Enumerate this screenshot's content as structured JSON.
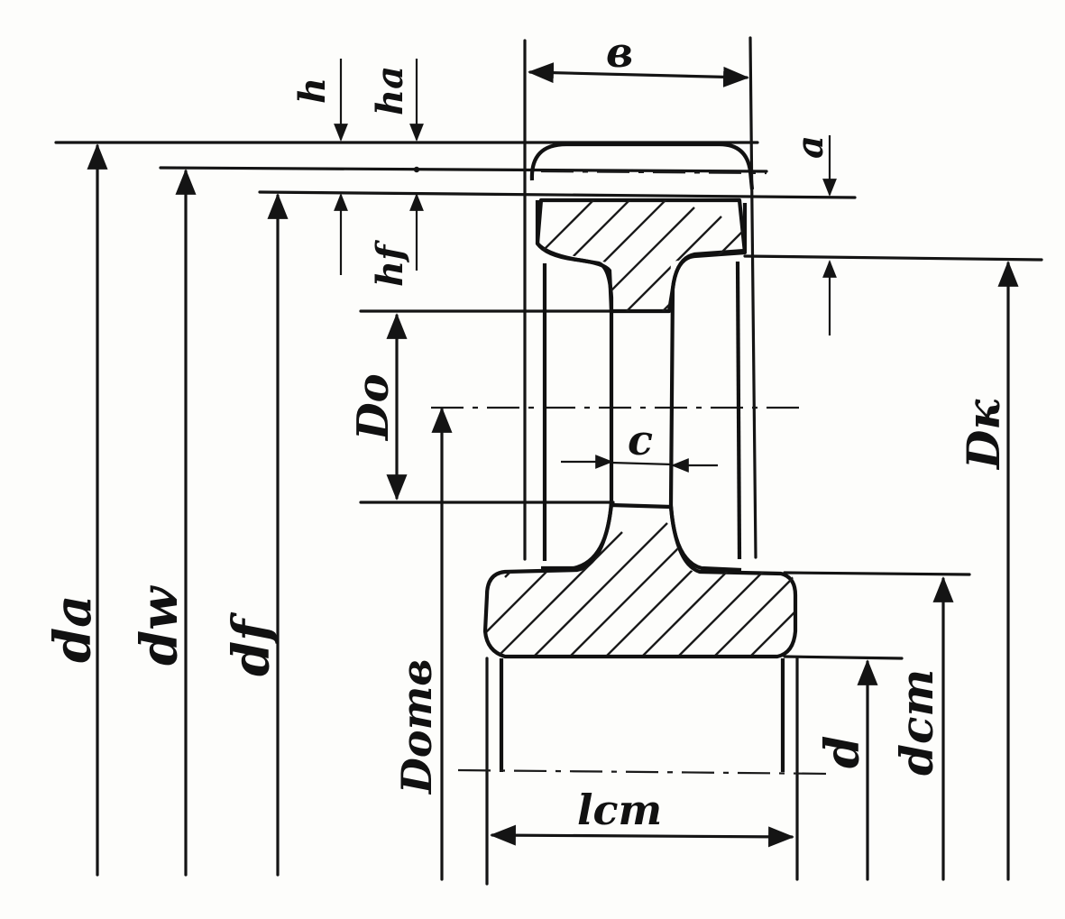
{
  "labels": {
    "b": "в",
    "h": "h",
    "ha": "ha",
    "hf": "hf",
    "a": "a",
    "D0": "Do",
    "c": "c",
    "Dk": "Dк",
    "da": "da",
    "dw": "dw",
    "df": "df",
    "Dotv": "Dотв",
    "lst": "lст",
    "d": "d",
    "dst": "dст"
  }
}
